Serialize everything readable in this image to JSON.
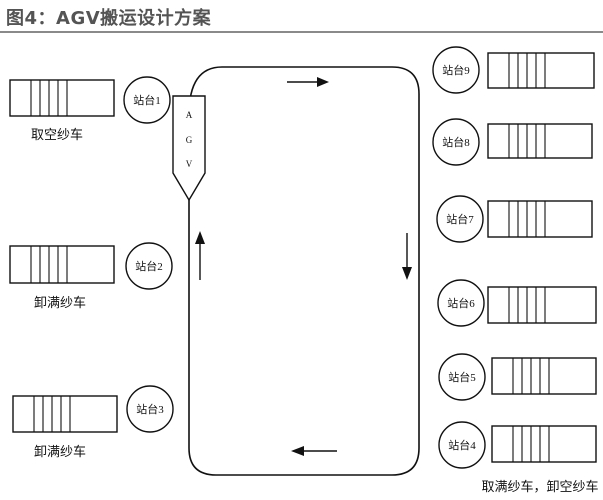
{
  "title": "图4：AGV搬运设计方案",
  "agv_letters": [
    "A",
    "G",
    "V"
  ],
  "stations": [
    {
      "id": 1,
      "label": "站台1",
      "caption": "取空纱车"
    },
    {
      "id": 2,
      "label": "站台2",
      "caption": "卸满纱车"
    },
    {
      "id": 3,
      "label": "站台3",
      "caption": "卸满纱车"
    },
    {
      "id": 4,
      "label": "站台4",
      "caption": ""
    },
    {
      "id": 5,
      "label": "站台5",
      "caption": ""
    },
    {
      "id": 6,
      "label": "站台6",
      "caption": ""
    },
    {
      "id": 7,
      "label": "站台7",
      "caption": ""
    },
    {
      "id": 8,
      "label": "站台8",
      "caption": ""
    },
    {
      "id": 9,
      "label": "站台9",
      "caption": ""
    }
  ],
  "right_caption": "取满纱车，卸空纱车"
}
